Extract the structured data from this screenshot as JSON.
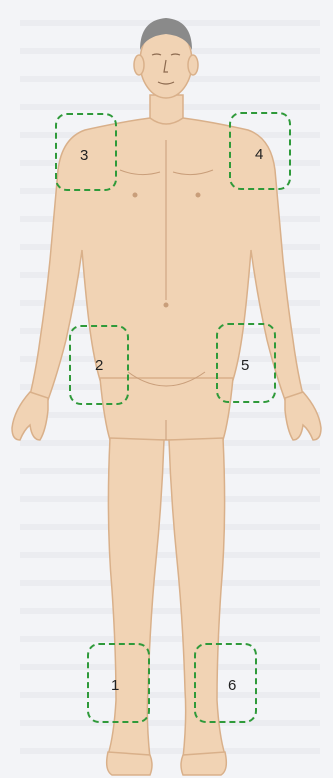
{
  "zones": [
    {
      "label": "3"
    },
    {
      "label": "4"
    },
    {
      "label": "2"
    },
    {
      "label": "5"
    },
    {
      "label": "1"
    },
    {
      "label": "6"
    }
  ],
  "colors": {
    "skin": "#f1d3b4",
    "skin_outline": "#d9b08a",
    "hair": "#8a8a8a",
    "zone_border": "#2f9a3a",
    "background": "#f3f4f7"
  }
}
